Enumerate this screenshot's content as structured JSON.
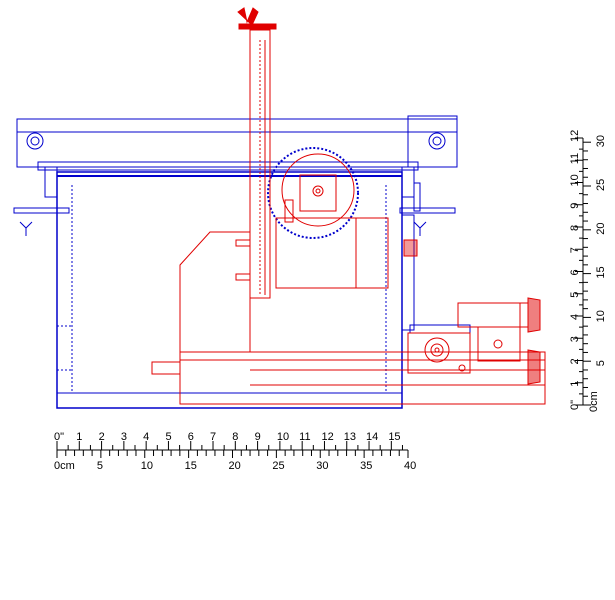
{
  "colors": {
    "machine_a": "#0000cc",
    "machine_b": "#e00000",
    "ruler": "#000000"
  },
  "horizontal_ruler": {
    "inch_label_zero": "0\"",
    "inch_labels": [
      "1",
      "2",
      "3",
      "4",
      "5",
      "6",
      "7",
      "8",
      "9",
      "10",
      "11",
      "12",
      "13",
      "14",
      "15"
    ],
    "cm_label_zero": "0cm",
    "cm_labels": [
      "5",
      "10",
      "15",
      "20",
      "25",
      "30",
      "35",
      "40"
    ]
  },
  "vertical_ruler": {
    "inch_label_zero": "0\"",
    "inch_labels": [
      "1",
      "2",
      "3",
      "4",
      "5",
      "6",
      "7",
      "8",
      "9",
      "10",
      "11",
      "12"
    ],
    "cm_label_zero": "0cm",
    "cm_labels": [
      "5",
      "10",
      "15",
      "20",
      "25",
      "30"
    ]
  }
}
